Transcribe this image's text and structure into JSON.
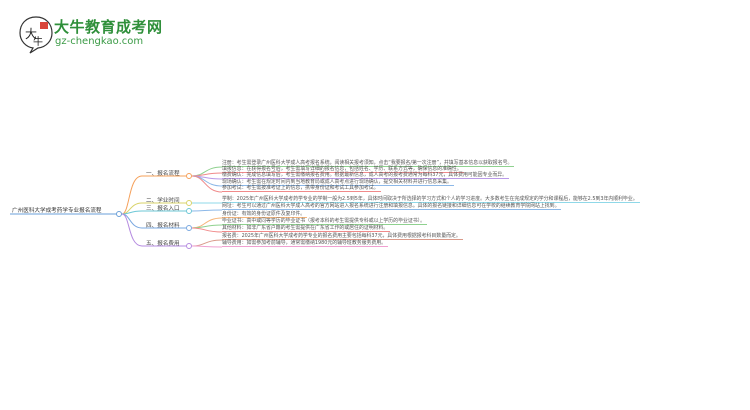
{
  "logo": {
    "title": "大牛教育成考网",
    "url": "gz-chengkao.com",
    "mark_text": "大牛",
    "brand_color": "#2f8f3a",
    "seal_color": "#d9453a"
  },
  "root": {
    "label": "广州医科大学成考药学专业报名流程",
    "color": "#6a9fd8"
  },
  "branches": [
    {
      "label": "一、报名流程",
      "color": "#f5a05a",
      "leaves": [
        {
          "text": "注册：考生需登录广州医科大学成人高考报名系统，阅读相关报考须知，点击“我要报名/第一次注册”，并填写基本信息以获取报名号。",
          "color": "#8fd18f"
        },
        {
          "text": "填报信息：在获得报名号后，考生需填写详细的报名信息，包括姓名、学历、联系方式等，确保信息的准确性。",
          "color": "#f08a8a"
        },
        {
          "text": "缴费确认：完成信息填写后，考生需缴纳报名费用。根据最新信息，成人高考的报考费通常为每科37元，具体费用可能因专业而异。",
          "color": "#b999e8"
        },
        {
          "text": "现场确认：考生需在规定时间内到当地教育局或成人高考点进行现场确认，提交相关材料并进行信息采集。",
          "color": "#8cb8e8"
        },
        {
          "text": "参加考试：考生需按准考证上的信息，携带身份证和考试工具参加考试。",
          "color": "#f08a8a"
        }
      ]
    },
    {
      "label": "二、学业时间",
      "color": "#d9d36a",
      "leaves": [
        {
          "text": "学制：2025年广州医科大学成考药学专业的学制一般为2.5到5年，具体时间取决于所选择的学习方式和个人的学习进度。大多数考生在完成规定的学分和课程后，能够在2.5到3年内顺利毕业。",
          "color": "#8fd8e8"
        }
      ]
    },
    {
      "label": "三、报名入口",
      "color": "#6cc7d6",
      "leaves": [
        {
          "text": "网址：考生可以通过广州医科大学成人高考的官方网站进入报名系统进行注册和填报信息。具体的报名链接和详细信息可在学校的继续教育学院网站上找到。",
          "color": "#8cb8e8"
        }
      ]
    },
    {
      "label": "四、报名材料",
      "color": "#7aa8e0",
      "leaves": [
        {
          "text": "身份证：有效的身份证原件及复印件。",
          "color": "#f5b57a"
        },
        {
          "text": "毕业证书：高中或同等学历的毕业证书（报考本科的考生需提供专科或以上学历的毕业证书）。",
          "color": "#8fd18f"
        },
        {
          "text": "其他材料：如非广东省户籍的考生需提供在广东省工作的或居住的证明材料。",
          "color": "#f08a8a"
        }
      ]
    },
    {
      "label": "五、报名费用",
      "color": "#b58be0",
      "leaves": [
        {
          "text": "报名费：2025年广州医科大学成考药学专业的报名费用主要包括每科37元，具体费用根据报考科目数量而定。",
          "color": "#d99a8a"
        },
        {
          "text": "辅导费用：如需参加考前辅导，通常需缴纳1980元的辅导班教务服务费用。",
          "color": "#f0a0d0"
        }
      ]
    }
  ]
}
